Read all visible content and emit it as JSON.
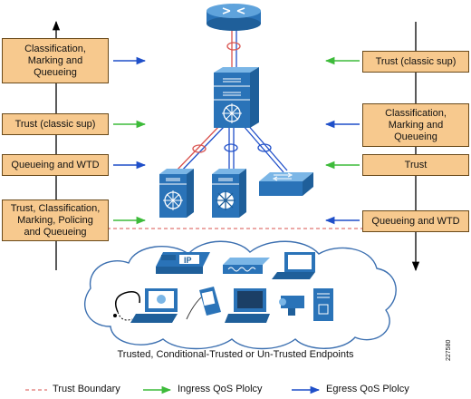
{
  "left_labels": [
    "Classification,\nMarking and\nQueueing",
    "Trust (classic sup)",
    "Queueing and WTD",
    "Trust, Classification,\nMarking, Policing\nand Queueing"
  ],
  "right_labels": [
    "Trust (classic sup)",
    "Classification,\nMarking and\nQueueing",
    "Trust",
    "Queueing and WTD"
  ],
  "icons": {
    "router": "router-icon",
    "distribution": "multilayer-switch-icon",
    "access_left": "multilayer-switch-icon",
    "access_middle": "switch-icon",
    "access_right": "workgroup-switch-icon",
    "cloud": "cloud-icon",
    "endpoints": [
      "ip-phone-icon",
      "modem-icon",
      "laptop-icon",
      "workstation-icon",
      "tablet-icon",
      "pc-icon",
      "camera-icon",
      "server-icon",
      "telephony-icon"
    ],
    "ip_phone_text": "IP"
  },
  "colors": {
    "box_fill": "#f7c98e",
    "ingress": "#3dbb3a",
    "egress": "#1f4fc9",
    "trust_boundary": "#d9534f",
    "device": "#2a73b8"
  },
  "caption": "Trusted, Conditional-Trusted or Un-Trusted Endpoints",
  "legend": {
    "trust_boundary": "Trust Boundary",
    "ingress": "Ingress QoS Plolcy",
    "egress": "Egress QoS Plolcy"
  },
  "figure_code": "227580"
}
